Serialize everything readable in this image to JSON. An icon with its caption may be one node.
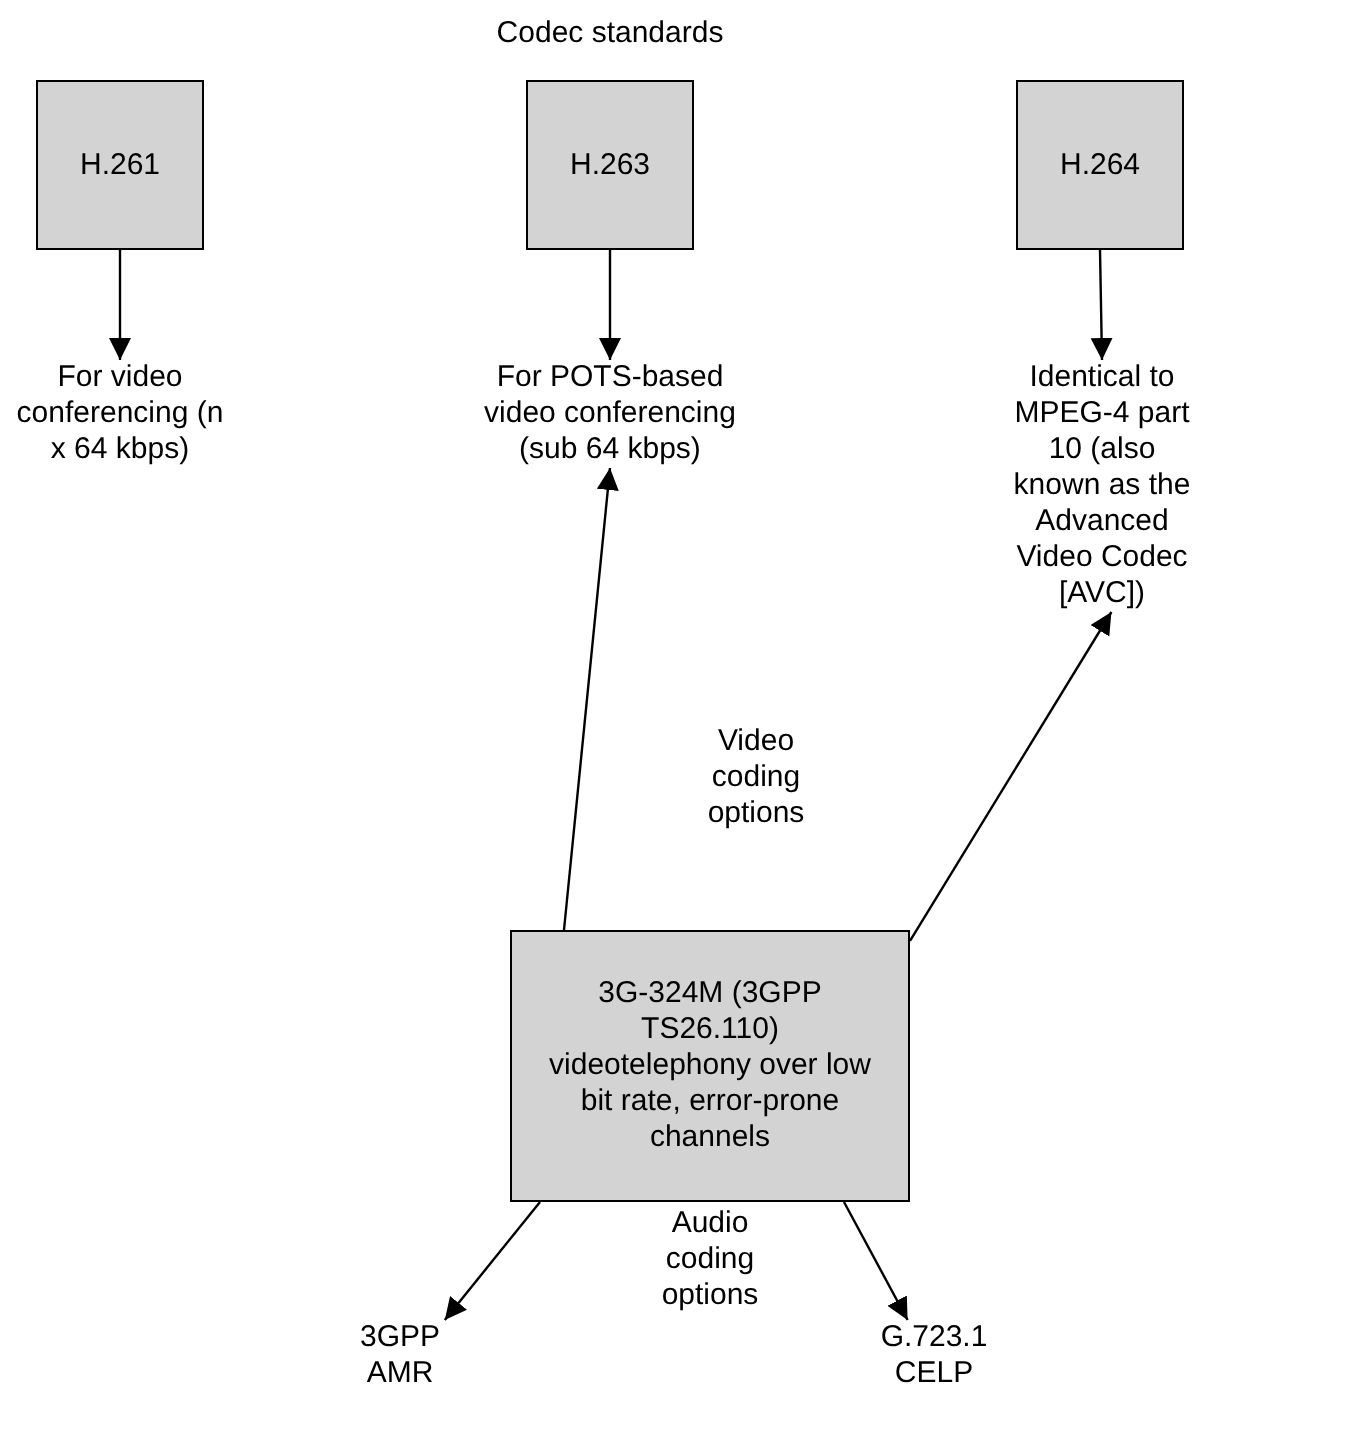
{
  "diagram": {
    "nodes": [
      {
        "text": [
          "H.261"
        ]
      },
      {
        "text": [
          "H.263"
        ]
      },
      {
        "text": [
          "H.264"
        ]
      },
      {
        "text": [
          "For video conferencing (n x 64 kbps)"
        ]
      },
      {
        "text": [
          "For POTS-based video conferencing (sub 64 kbps)"
        ]
      },
      {
        "text": [
          "Identical to MPEG-4 part 10 (also known as the Advanced Video Codec [AVC])"
        ]
      },
      {
        "text": [
          "3G-324M (3GPP TS26.110) videotelephony over low bit rate, error-prone channels"
        ]
      },
      {
        "text": [
          "3GPP AMR"
        ]
      },
      {
        "text": [
          "G.723.1 CELP"
        ]
      }
    ],
    "edges": [
      {
        "from": 0,
        "to": 3,
        "arrow": "to"
      },
      {
        "from": 1,
        "to": 4,
        "arrow": "to"
      },
      {
        "from": 2,
        "to": 5,
        "arrow": "to"
      },
      {
        "from": 6,
        "to": 4,
        "arrow": "to"
      },
      {
        "from": 6,
        "to": 5,
        "arrow": "to"
      },
      {
        "from": 6,
        "to": 7,
        "arrow": "to"
      },
      {
        "from": 6,
        "to": 8,
        "arrow": "to"
      }
    ],
    "labels": [
      "Codec standards",
      "Video coding options",
      "Audio coding options"
    ]
  }
}
